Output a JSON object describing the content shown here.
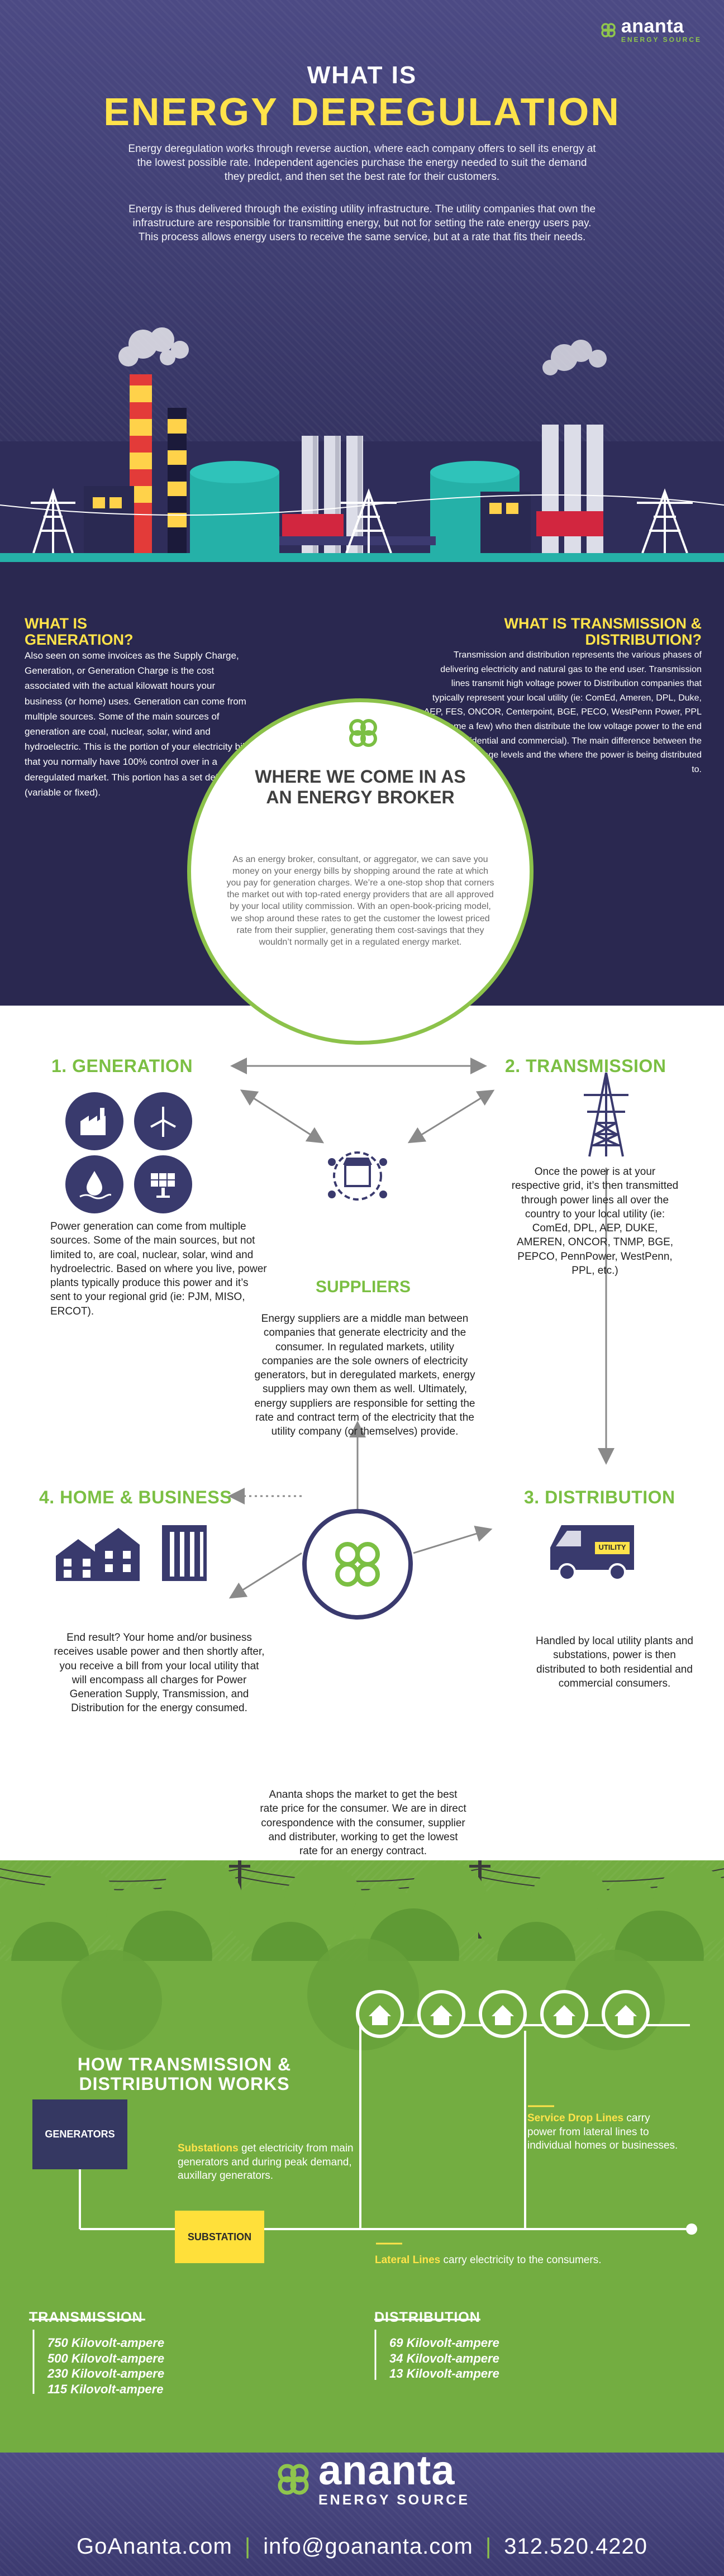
{
  "brand": {
    "name": "ananta",
    "tagline": "ENERGY SOURCE",
    "colors": {
      "navy": "#393a6d",
      "green": "#7bbf43",
      "yellow": "#ffe34a",
      "teal": "#25b1a8"
    }
  },
  "hero": {
    "title_line1": "WHAT IS",
    "title_line2": "ENERGY DEREGULATION",
    "paragraph1": "Energy deregulation works through reverse auction, where each company offers to sell its energy at the lowest possible rate. Independent agencies purchase the energy needed to suit the demand they predict, and then set the best rate for their customers.",
    "paragraph2": "Energy is thus delivered through the existing utility infrastructure. The utility companies that own the infrastructure are responsible for transmitting energy, but not for setting the rate energy users pay. This process allows energy users to receive the same service, but at a rate that fits their needs."
  },
  "intro": {
    "generation_title": "WHAT IS GENERATION?",
    "generation_text": "Also seen on some invoices as the Supply Charge, Generation, or Generation Charge is the cost associated with the actual kilowatt hours your business (or home) uses. Generation can come from multiple sources. Some of the main sources of generation are coal, nuclear, solar, wind and hydroelectric. This is the portion of your electricity bill that you normally have 100% control over in a deregulated market. This portion has a set default rate (variable or fixed).",
    "td_title": "WHAT IS TRANSMISSION & DISTRIBUTION?",
    "td_text": "Transmission and distribution represents the various phases of delivering electricity and natural gas to the end user. Transmission lines transmit high voltage power to Distribution companies that typically represent your local utility (ie: ComEd, Ameren, DPL, Duke, AEP, FES, ONCOR, Centerpoint, BGE, PECO, WestPenn Power, PPL to name a few) who then distribute the low voltage power to the end user (residential and commercial). The main difference between the two are the voltage levels and the where the power is being distributed to.",
    "broker_title": "WHERE WE COME IN AS AN ENERGY BROKER",
    "broker_text": "As an energy broker, consultant, or aggregator, we can save you money on your energy bills by shopping around the rate at which you pay for generation charges. We’re a one-stop shop that corners the market out with top-rated energy providers that are all approved by your local utility commission. With an open-book-pricing model, we shop around these rates to get the customer the lowest priced rate from their supplier, generating them cost-savings that they wouldn’t normally get in a regulated energy market."
  },
  "process": {
    "step1_title": "1. GENERATION",
    "step1_text": "Power generation can come from multiple sources. Some of the main sources, but not limited to, are coal, nuclear, solar, wind and hydroelectric. Based on where you live, power plants typically produce this power and it’s sent to your regional grid (ie: PJM, MISO, ERCOT).",
    "step2_title": "2. TRANSMISSION",
    "step2_text": "Once the power is at your respective grid, it’s then transmitted through power lines all over the country to your local utility (ie: ComEd, DPL, AEP, DUKE, AMEREN, ONCOR, TNMP, BGE, PEPCO, PennPower, WestPenn, PPL, etc.)",
    "suppliers_title": "SUPPLIERS",
    "suppliers_text": "Energy suppliers are a middle man between companies that generate electricity and the consumer. In regulated markets, utility companies are the sole owners of electricity generators, but in deregulated markets, energy suppliers may own them as well. Ultimately, energy suppliers are responsible for setting the rate and contract term of the electricity that the utility company (or themselves) provide.",
    "step3_title": "3. DISTRIBUTION",
    "step3_text": "Handled by local utility plants and substations, power is then distributed to both residential and commercial consumers.",
    "truck_label": "UTILITY",
    "step4_title": "4. HOME & BUSINESS",
    "step4_text": "End result? Your home and/or business receives usable power and then shortly after, you receive a bill from your local utility that will encompass all charges for Power Generation Supply, Transmission, and Distribution for the energy consumed.",
    "ananta_text": "Ananta shops the market to get the best rate price for the consumer. We are in direct corespondence with the consumer, supplier and distributer, working to get the lowest rate for an energy contract."
  },
  "grid": {
    "title": "HOW TRANSMISSION & DISTRIBUTION WORKS",
    "generators_label": "GENERATORS",
    "substation_label": "SUBSTATION",
    "substations_bold": "Substations",
    "substations_text": " get electricity from main generators and during peak demand, auxillary generators.",
    "service_drop_bold": "Service Drop Lines",
    "service_drop_text": " carry power from lateral lines to individual homes or businesses.",
    "lateral_bold": "Lateral Lines",
    "lateral_text": " carry electricity to the consumers.",
    "transmission_head": "TRANSMISSION",
    "transmission_levels": [
      "750 Kilovolt-ampere",
      "500 Kilovolt-ampere",
      "230 Kilovolt-ampere",
      "115 Kilovolt-ampere"
    ],
    "distribution_head": "DISTRIBUTION",
    "distribution_levels": [
      "69 Kilovolt-ampere",
      "34 Kilovolt-ampere",
      "13 Kilovolt-ampere"
    ]
  },
  "footer": {
    "website": "GoAnanta.com",
    "email": "info@goananta.com",
    "phone": "312.520.4220"
  }
}
